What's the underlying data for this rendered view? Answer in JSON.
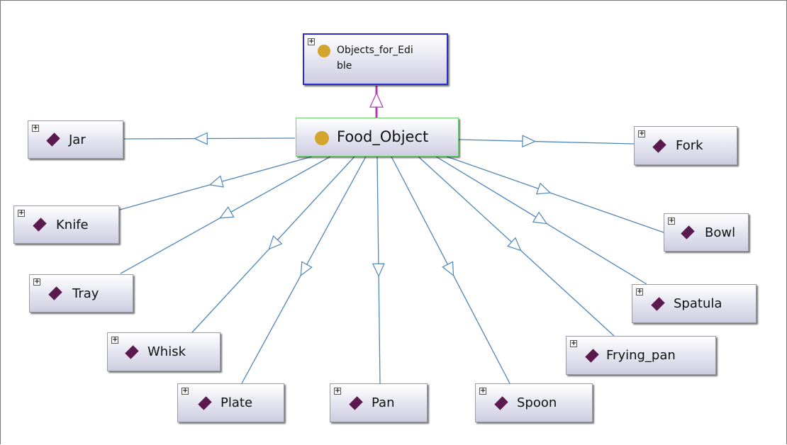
{
  "diagram": {
    "root": {
      "label": "Objects_for_Edible",
      "display_lines": [
        "Objects_for_Edi",
        "ble"
      ],
      "icon": "class-circle-icon"
    },
    "parent": {
      "label": "Food_Object",
      "icon": "class-circle-icon"
    },
    "individuals": [
      {
        "id": "jar",
        "label": "Jar"
      },
      {
        "id": "fork",
        "label": "Fork"
      },
      {
        "id": "knife",
        "label": "Knife"
      },
      {
        "id": "bowl",
        "label": "Bowl"
      },
      {
        "id": "tray",
        "label": "Tray"
      },
      {
        "id": "spatula",
        "label": "Spatula"
      },
      {
        "id": "whisk",
        "label": "Whisk"
      },
      {
        "id": "frying-pan",
        "label": "Frying_pan"
      },
      {
        "id": "plate",
        "label": "Plate"
      },
      {
        "id": "pan",
        "label": "Pan"
      },
      {
        "id": "spoon",
        "label": "Spoon"
      }
    ],
    "colors": {
      "class_icon": "#d4a52c",
      "individual_icon": "#5a1a4e",
      "edge": "#4f86b8",
      "subclass_edge": "#b03ab0",
      "root_border": "#2b2bd6",
      "selected_border": "#6ad06a"
    }
  }
}
